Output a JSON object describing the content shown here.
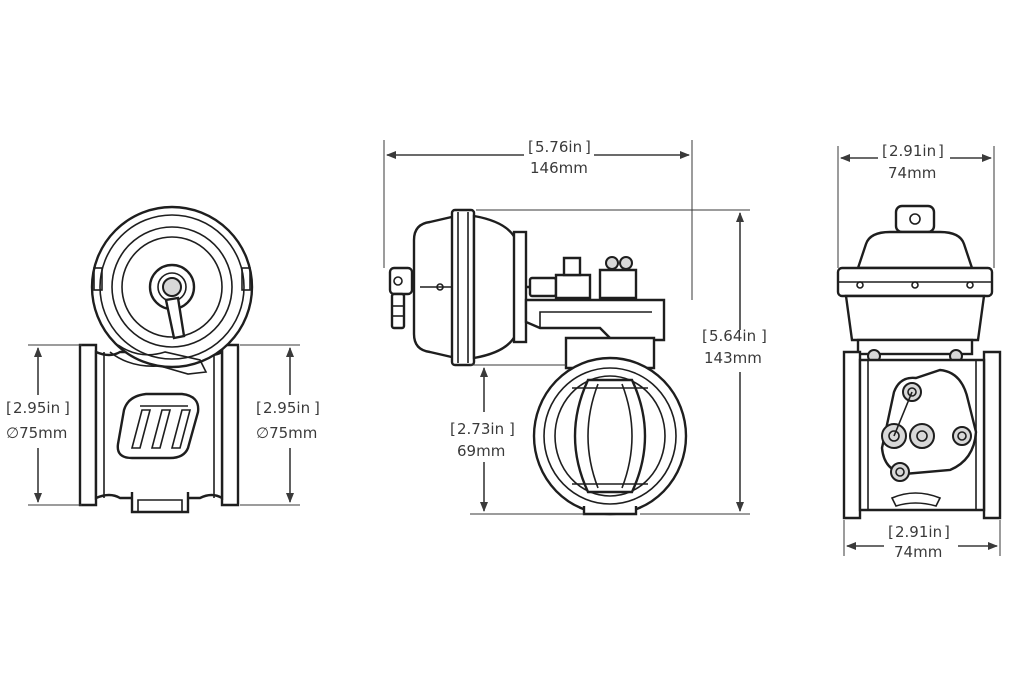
{
  "views": {
    "end": {
      "dim_left_in": "2.95in",
      "dim_left_mm": "∅75mm",
      "dim_right_in": "2.95in",
      "dim_right_mm": "∅75mm"
    },
    "side": {
      "dim_width_in": "5.76in",
      "dim_width_mm": "146mm",
      "dim_height_in": "5.64in",
      "dim_height_mm": "143mm",
      "dim_center_in": "2.73in",
      "dim_center_mm": "69mm"
    },
    "front": {
      "dim_top_in": "2.91in",
      "dim_top_mm": "74mm",
      "dim_bottom_in": "2.91in",
      "dim_bottom_mm": "74mm"
    }
  },
  "colors": {
    "line": "#1e1e1e",
    "dimension": "#3a3a3a",
    "background": "#ffffff"
  }
}
